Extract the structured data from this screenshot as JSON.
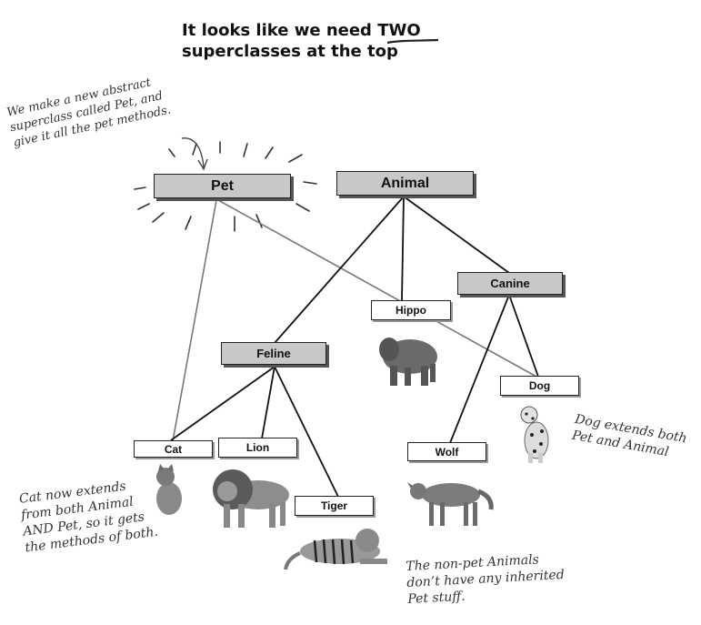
{
  "heading": {
    "line1_before": "It looks like we need ",
    "line1_emph": "TWO",
    "line2": "superclasses at the top"
  },
  "classes": {
    "pet": "Pet",
    "animal": "Animal",
    "canine": "Canine",
    "hippo": "Hippo",
    "feline": "Feline",
    "dog": "Dog",
    "cat": "Cat",
    "lion": "Lion",
    "tiger": "Tiger",
    "wolf": "Wolf"
  },
  "notes": {
    "pet_note": "We make a new abstract\nsuperclass called Pet, and\ngive it all the pet methods.",
    "dog_note": "Dog extends both\nPet and Animal",
    "cat_note": "Cat now extends\nfrom both Animal\nAND Pet, so it gets\nthe methods of both.",
    "nonpet_note": "The non-pet Animals\ndon’t have any inherited\nPet stuff."
  },
  "colors": {
    "abstract_box": "#c8c8c8",
    "concrete_box": "#ffffff",
    "line": "#111111",
    "pet_line": "#777777"
  }
}
